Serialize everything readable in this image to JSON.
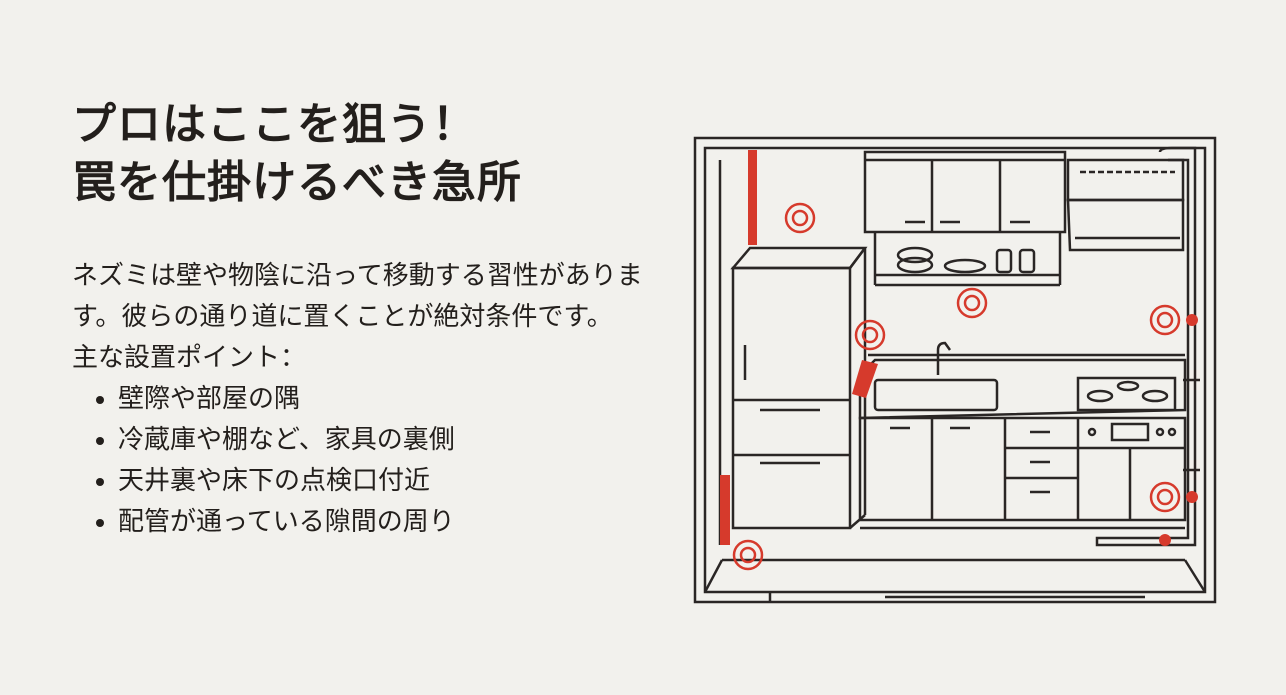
{
  "title": {
    "line1": "プロはここを狙う！",
    "line2": "罠を仕掛けるべき急所"
  },
  "intro": "ネズミは壁や物陰に沿って移動する習性があります。彼らの通り道に置くことが絶対条件です。",
  "points_heading": "主な設置ポイント：",
  "points": [
    "壁際や部屋の隅",
    "冷蔵庫や棚など、家具の裏側",
    "天井裏や床下の点検口付近",
    "配管が通っている隙間の周り"
  ],
  "colors": {
    "background": "#f2f1ed",
    "text": "#231f1c",
    "accent": "#d63a2c"
  }
}
